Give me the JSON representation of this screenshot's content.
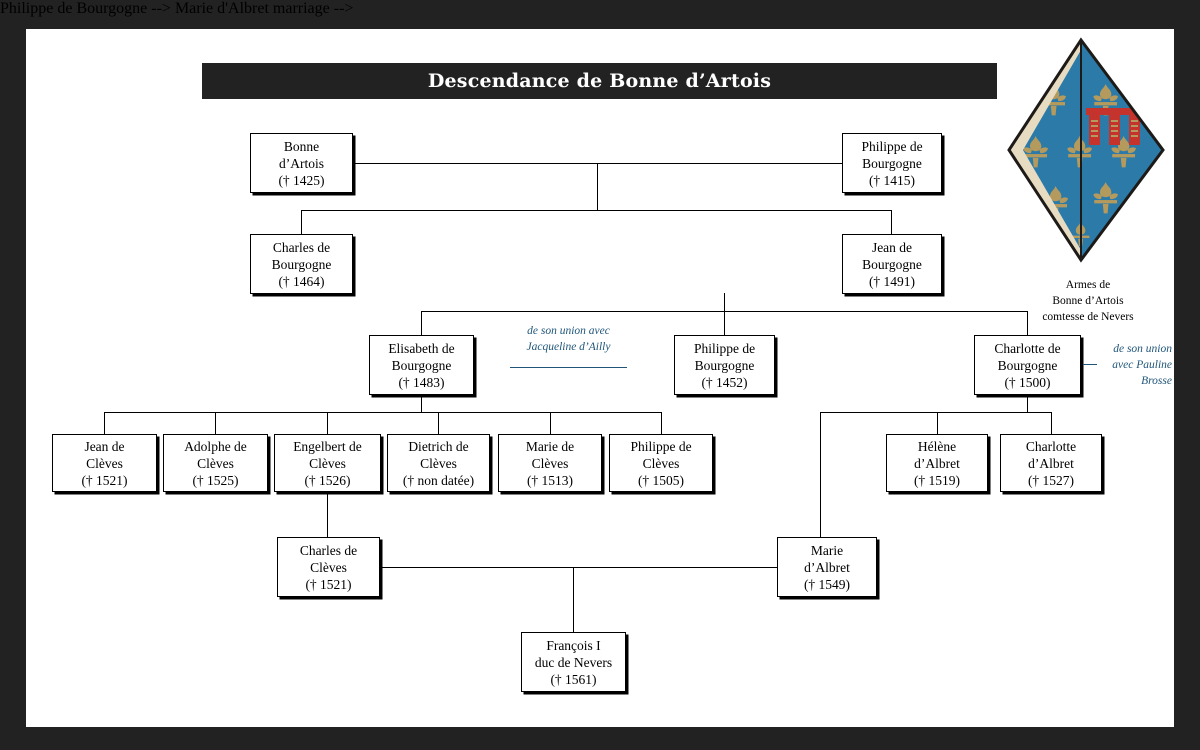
{
  "document": {
    "title": "Descendance de Bonne d’Artois"
  },
  "nodes": {
    "bonne_artois": {
      "lines": [
        "Bonne",
        "d’Artois",
        "(† 1425)"
      ]
    },
    "philippe_bourgogne_1415": {
      "lines": [
        "Philippe de",
        "Bourgogne",
        "(† 1415)"
      ]
    },
    "charles_bourgogne_1464": {
      "lines": [
        "Charles de",
        "Bourgogne",
        "(† 1464)"
      ]
    },
    "jean_bourgogne_1491": {
      "lines": [
        "Jean de",
        "Bourgogne",
        "(† 1491)"
      ]
    },
    "elisabeth_bourgogne_1483": {
      "lines": [
        "Elisabeth de",
        "Bourgogne",
        "(† 1483)"
      ]
    },
    "philippe_bourgogne_1452": {
      "lines": [
        "Philippe de",
        "Bourgogne",
        "(† 1452)"
      ]
    },
    "charlotte_bourgogne_1500": {
      "lines": [
        "Charlotte de",
        "Bourgogne",
        "(† 1500)"
      ]
    },
    "jean_cleves_1521": {
      "lines": [
        "Jean de",
        "Clèves",
        "(† 1521)"
      ]
    },
    "adolphe_cleves_1525": {
      "lines": [
        "Adolphe de",
        "Clèves",
        "(† 1525)"
      ]
    },
    "engelbert_cleves_1526": {
      "lines": [
        "Engelbert de",
        "Clèves",
        "(† 1526)"
      ]
    },
    "dietrich_cleves": {
      "lines": [
        "Dietrich de",
        "Clèves",
        "(† non datée)"
      ]
    },
    "marie_cleves_1513": {
      "lines": [
        "Marie de",
        "Clèves",
        "(† 1513)"
      ]
    },
    "philippe_cleves_1505": {
      "lines": [
        "Philippe de",
        "Clèves",
        "(† 1505)"
      ]
    },
    "helene_albret_1519": {
      "lines": [
        "Hélène",
        "d’Albret",
        "(† 1519)"
      ]
    },
    "charlotte_albret_1527": {
      "lines": [
        "Charlotte",
        "d’Albret",
        "(† 1527)"
      ]
    },
    "charles_cleves_1521": {
      "lines": [
        "Charles de",
        "Clèves",
        "(† 1521)"
      ]
    },
    "marie_albret_1549": {
      "lines": [
        "Marie",
        "d’Albret",
        "(† 1549)"
      ]
    },
    "francois_I_nevers": {
      "lines": [
        "François I",
        "duc de Nevers",
        "(† 1561)"
      ]
    }
  },
  "annotations": {
    "union_ailly": {
      "lines": [
        "de son union avec",
        "Jacqueline d’Ailly"
      ]
    },
    "union_brosse": {
      "lines": [
        "de son union",
        "avec Pauline",
        "Brosse"
      ]
    }
  },
  "arms": {
    "caption": [
      "Armes de",
      "Bonne d’Artois",
      "comtesse de Nevers"
    ],
    "colors": {
      "field_blue": "#2b7aa8",
      "gold": "#b59a5e",
      "red": "#c4342c",
      "cream": "#e7dcc2",
      "outline": "#1d1a17"
    }
  },
  "theme": {
    "frame": "#222222",
    "paper": "#ffffff",
    "line": "#000000",
    "annotation_blue": "#1f5579"
  }
}
